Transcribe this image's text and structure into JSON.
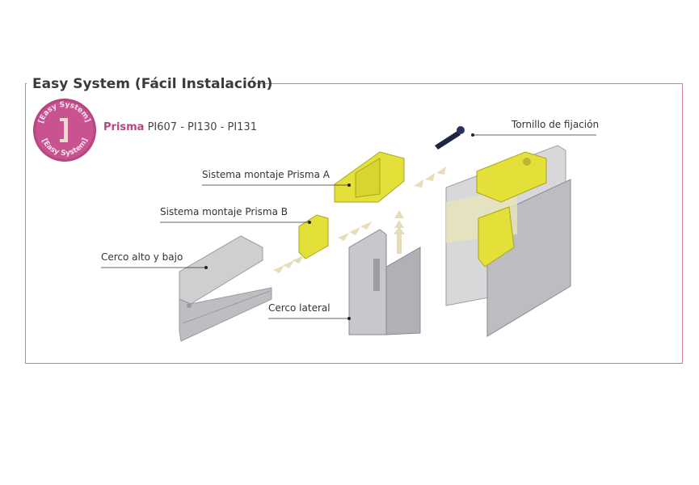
{
  "title": "Easy System (Fácil Instalación)",
  "badge": {
    "text_top": "[Easy System]",
    "text_bottom": "[Easy System]",
    "color": "#b8457f"
  },
  "product": {
    "brand": "Prisma",
    "models": "PI607 - PI130 - PI131"
  },
  "labels": {
    "screw": "Tornillo de fijación",
    "mount_a": "Sistema montaje Prisma A",
    "mount_b": "Sistema montaje Prisma B",
    "top_bottom_frame": "Cerco alto y bajo",
    "side_frame": "Cerco lateral"
  },
  "colors": {
    "frame": "#d07aa6",
    "part": "#e4e03a",
    "arrow": "#e6dcb8"
  }
}
